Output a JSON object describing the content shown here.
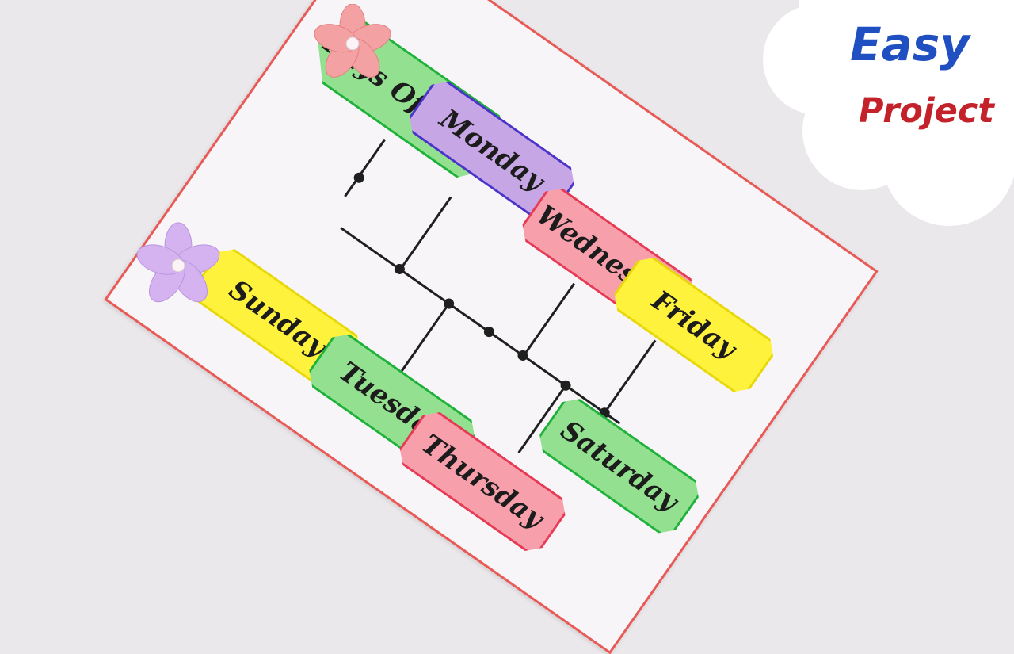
{
  "overlay": {
    "line1": "Easy",
    "line2": "Project"
  },
  "board": {
    "title": "Days Of Week",
    "days": {
      "monday": "Monday",
      "tuesday": "Tuesday",
      "wednesday": "Wednesday",
      "thursday": "Thursday",
      "friday": "Friday",
      "saturday": "Saturday",
      "sunday": "Sunday"
    }
  },
  "colors": {
    "paper": "#f7f5f8",
    "paper_border": "#e85a55",
    "green": "#93e090",
    "green_edge": "#1fb23a",
    "purple": "#c7a6e6",
    "purple_edge": "#4b35c9",
    "pink": "#f7a0ac",
    "pink_edge": "#e63a55",
    "yellow": "#fff23d",
    "yellow_edge": "#e8d80a",
    "easy_text": "#1f4fc0",
    "project_text": "#c4222a"
  }
}
